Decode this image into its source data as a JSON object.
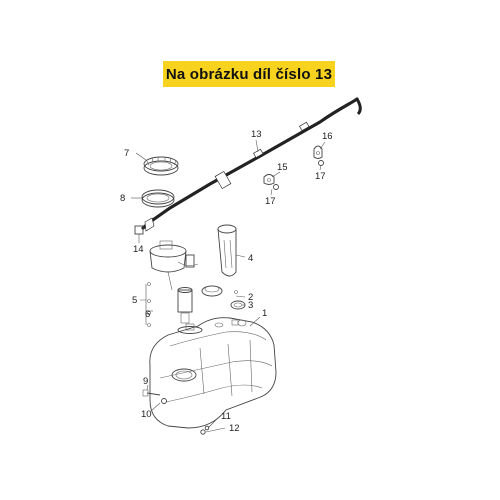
{
  "banner": {
    "text": "Na obrázku díl číslo 13"
  },
  "callouts": {
    "c1": "1",
    "c2": "2",
    "c3": "3",
    "c4": "4",
    "c5": "5",
    "c6": "6",
    "c7": "7",
    "c8": "8",
    "c9": "9",
    "c10": "10",
    "c11": "11",
    "c12": "12",
    "c13": "13",
    "c14": "14",
    "c15": "15",
    "c16": "16",
    "c17a": "17",
    "c17b": "17"
  },
  "colors": {
    "banner": "#f7d21e",
    "line": "#444444",
    "hose": "#222222"
  }
}
